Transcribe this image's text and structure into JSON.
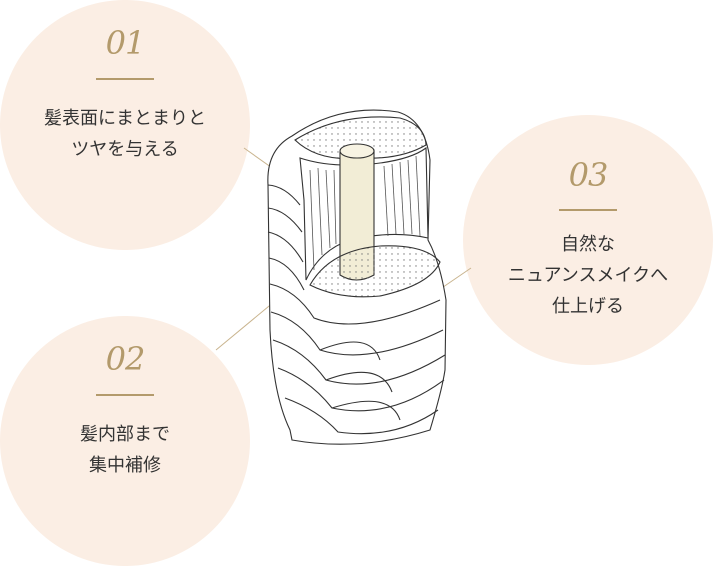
{
  "points": [
    {
      "number": "01",
      "lines": [
        "髪表面にまとまりと",
        "ツヤを与える"
      ]
    },
    {
      "number": "02",
      "lines": [
        "髪内部まで",
        "集中補修"
      ]
    },
    {
      "number": "03",
      "lines": [
        "自然な",
        "ニュアンスメイクへ",
        "仕上げる"
      ]
    }
  ],
  "colors": {
    "circle": "#fbeee4",
    "accent": "#b39a6b",
    "text": "#333333",
    "medulla": "#f2edd6"
  }
}
